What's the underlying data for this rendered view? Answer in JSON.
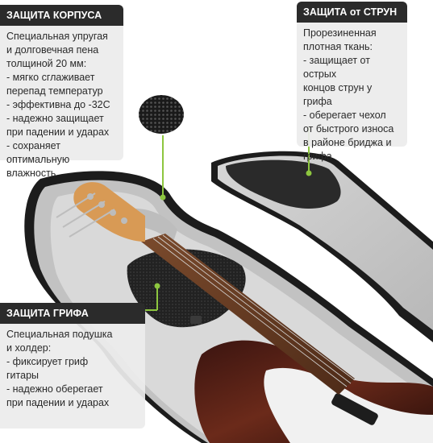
{
  "callouts": {
    "body_protection": {
      "title": "ЗАЩИТА КОРПУСА",
      "lines": [
        "Специальная упругая",
        "и долговечная пена",
        "толщиной 20 мм:",
        "- мягко сглаживает",
        "перепад температур",
        "- эффективна до -32С",
        "- надежно защищает",
        "при падении и ударах",
        "- сохраняет",
        "оптимальную влажность"
      ]
    },
    "string_protection": {
      "title": "ЗАЩИТА от СТРУН",
      "lines": [
        "Прорезиненная",
        "плотная ткань:",
        "- защищает от острых",
        "концов струн у грифа",
        "- оберегает чехол",
        "от быстрого износа",
        "в районе бриджа и",
        "грифа"
      ]
    },
    "neck_protection": {
      "title": "ЗАЩИТА ГРИФА",
      "lines": [
        "Специальная подушка",
        " и холдер:",
        "- фиксирует гриф",
        "гитары",
        "- надежно оберегает",
        "при падении и ударах"
      ]
    }
  },
  "colors": {
    "accent_green": "#8dc63f",
    "callout_header": "#2b2b2b",
    "callout_body": "#ececec",
    "case_gray": "#c9c9c9",
    "case_edge": "#1c1c1c",
    "guitar_wood": "#5a2417",
    "neck_wood": "#d89a55"
  }
}
